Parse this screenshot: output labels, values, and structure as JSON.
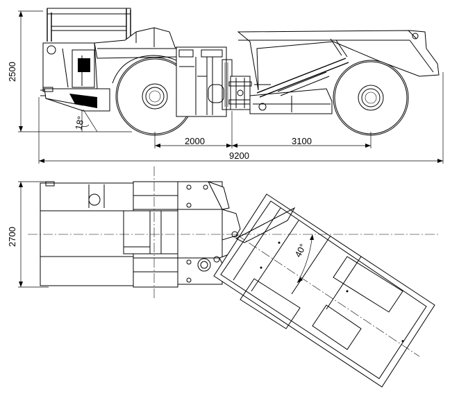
{
  "side_view": {
    "dimensions": {
      "height": "2500",
      "wheelbase_front": "2000",
      "wheelbase_rear": "3100",
      "overall_length": "9200",
      "angle": "18°"
    }
  },
  "top_view": {
    "dimensions": {
      "width": "2700",
      "articulation_angle": "40°"
    }
  }
}
